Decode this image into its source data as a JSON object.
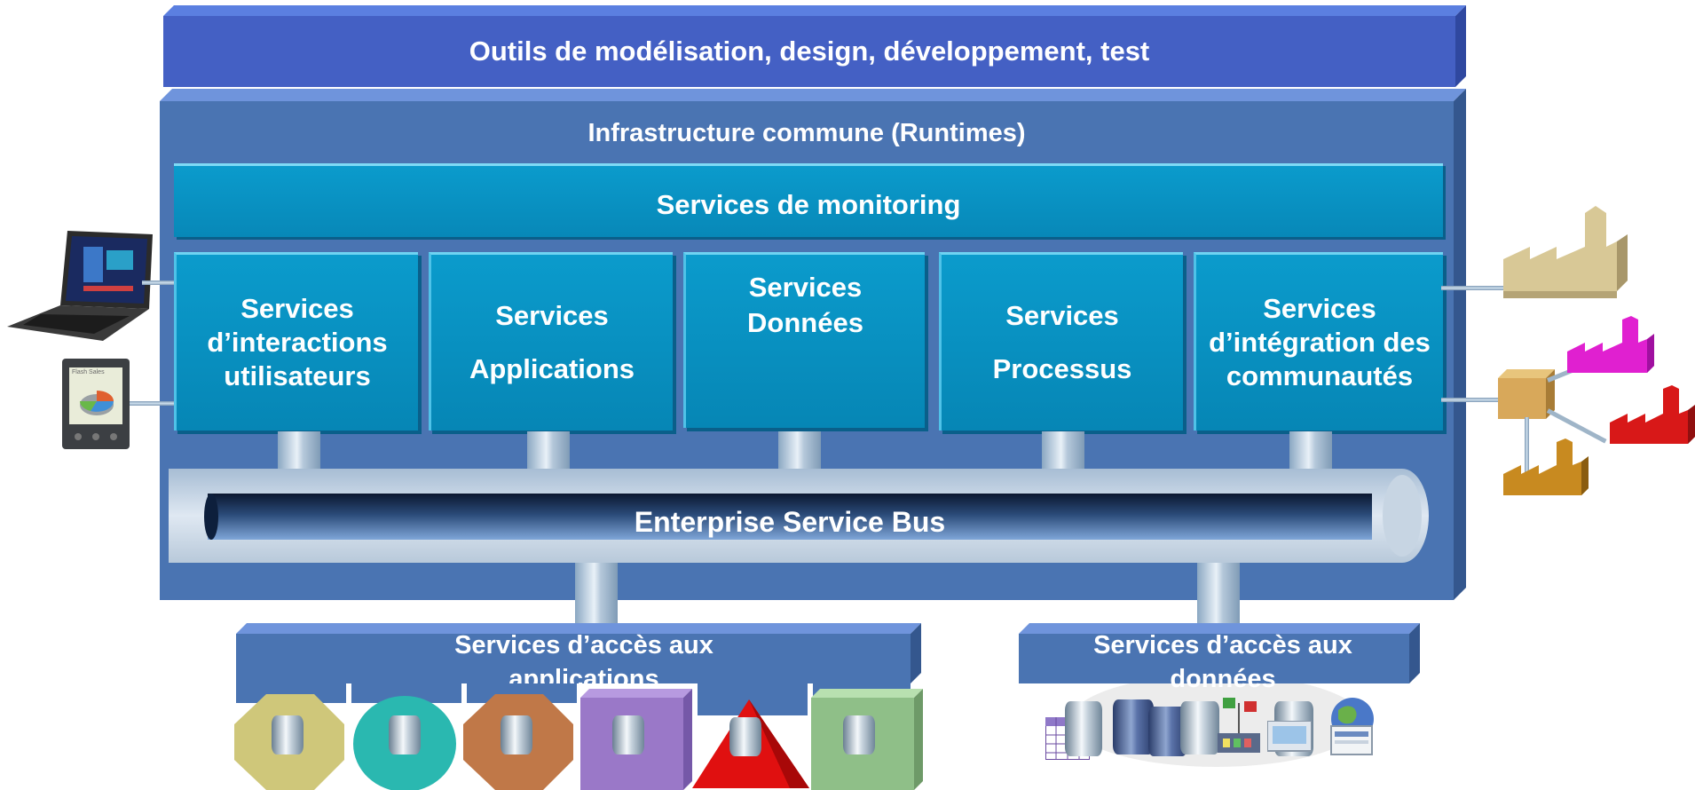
{
  "tools_bar": {
    "label": "Outils de modélisation, design, développement, test"
  },
  "infrastructure": {
    "label": "Infrastructure commune (Runtimes)"
  },
  "monitoring": {
    "label": "Services de monitoring"
  },
  "services": [
    {
      "line1": "Services",
      "line2": "d’interactions",
      "line3": "utilisateurs"
    },
    {
      "line1": "Services",
      "line2": "Applications"
    },
    {
      "line1": "Services",
      "line2": "Données"
    },
    {
      "line1": "Services",
      "line2": "Processus"
    },
    {
      "line1": "Services",
      "line2": "d’intégration des",
      "line3": "communautés"
    }
  ],
  "esb": {
    "label": "Enterprise Service Bus"
  },
  "app_access": {
    "line1": "Services d’accès aux",
    "line2": "applications"
  },
  "data_access": {
    "line1": "Services d’accès aux",
    "line2": "données"
  },
  "device_screen": {
    "label": "Flash Sales"
  },
  "colors": {
    "tools_bar": "#4460c4",
    "infrastructure": "#4a74b2",
    "service_box": "#0996c8",
    "factory_tan": "#d8c896",
    "factory_magenta": "#e020d0",
    "factory_red": "#d81818",
    "factory_orange": "#c88a20"
  },
  "icons": [
    "laptop-icon",
    "pda-icon",
    "factory-icon",
    "hub-box-icon",
    "database-icon",
    "spreadsheet-icon",
    "globe-icon"
  ]
}
